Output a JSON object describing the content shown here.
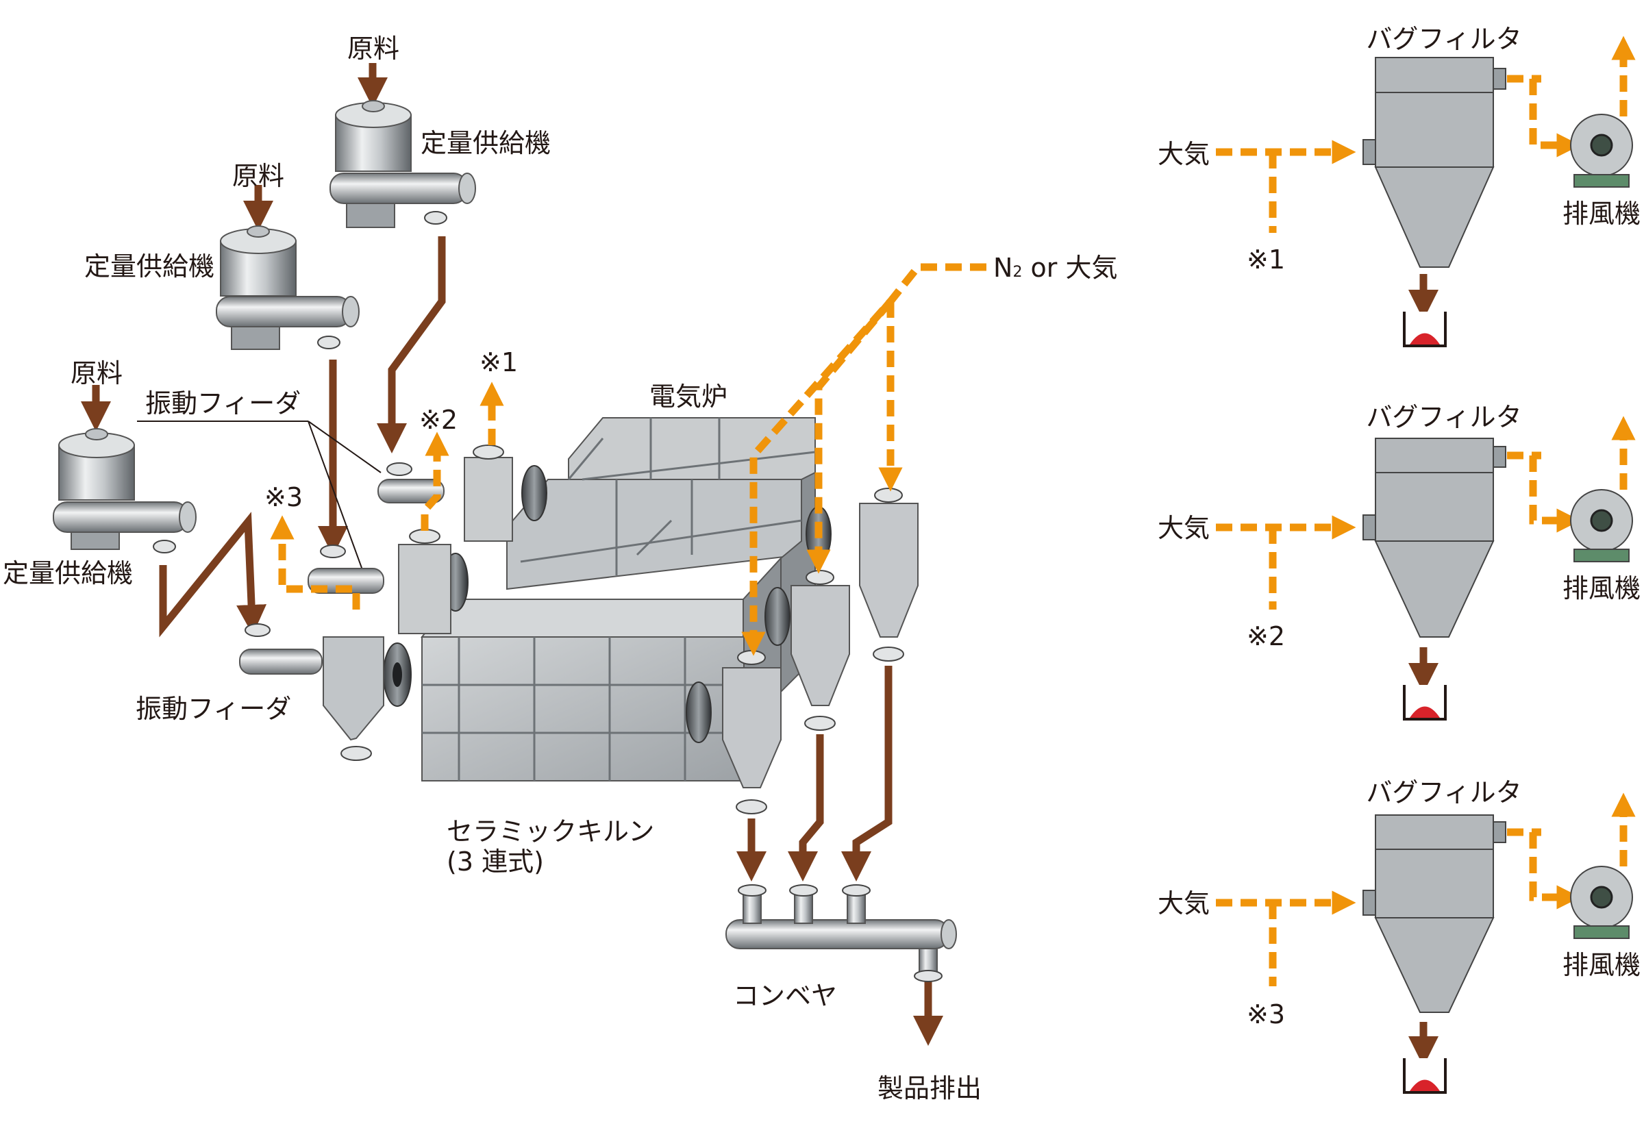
{
  "labels": {
    "raw_material": "原料",
    "feeder": "定量供給機",
    "vibration_feeder": "振動フィーダ",
    "electric_furnace": "電気炉",
    "kiln_line1": "セラミックキルン",
    "kiln_line2": "(3 連式)",
    "conveyor": "コンベヤ",
    "product_discharge": "製品排出",
    "n2_or_air_prefix": "N",
    "n2_or_air_sub": "2",
    "n2_or_air_suffix": "or 大気",
    "mark1": "※1",
    "mark2": "※2",
    "mark3": "※3",
    "bag_filter": "バグフィルタ",
    "atmosphere": "大気",
    "exhaust_fan": "排風機"
  },
  "colors": {
    "brown": "#7a3e1e",
    "orange": "#f0940a",
    "steel": "#b9bdbf",
    "steel_dark": "#8b9094",
    "fan_green": "#5d8c6a",
    "bin_red": "#d8232a"
  },
  "icons": [
    "feeder-machine",
    "vibration-feeder",
    "cyclone",
    "kiln-box",
    "conveyor",
    "bag-filter",
    "exhaust-fan",
    "collection-bin",
    "arrow"
  ]
}
